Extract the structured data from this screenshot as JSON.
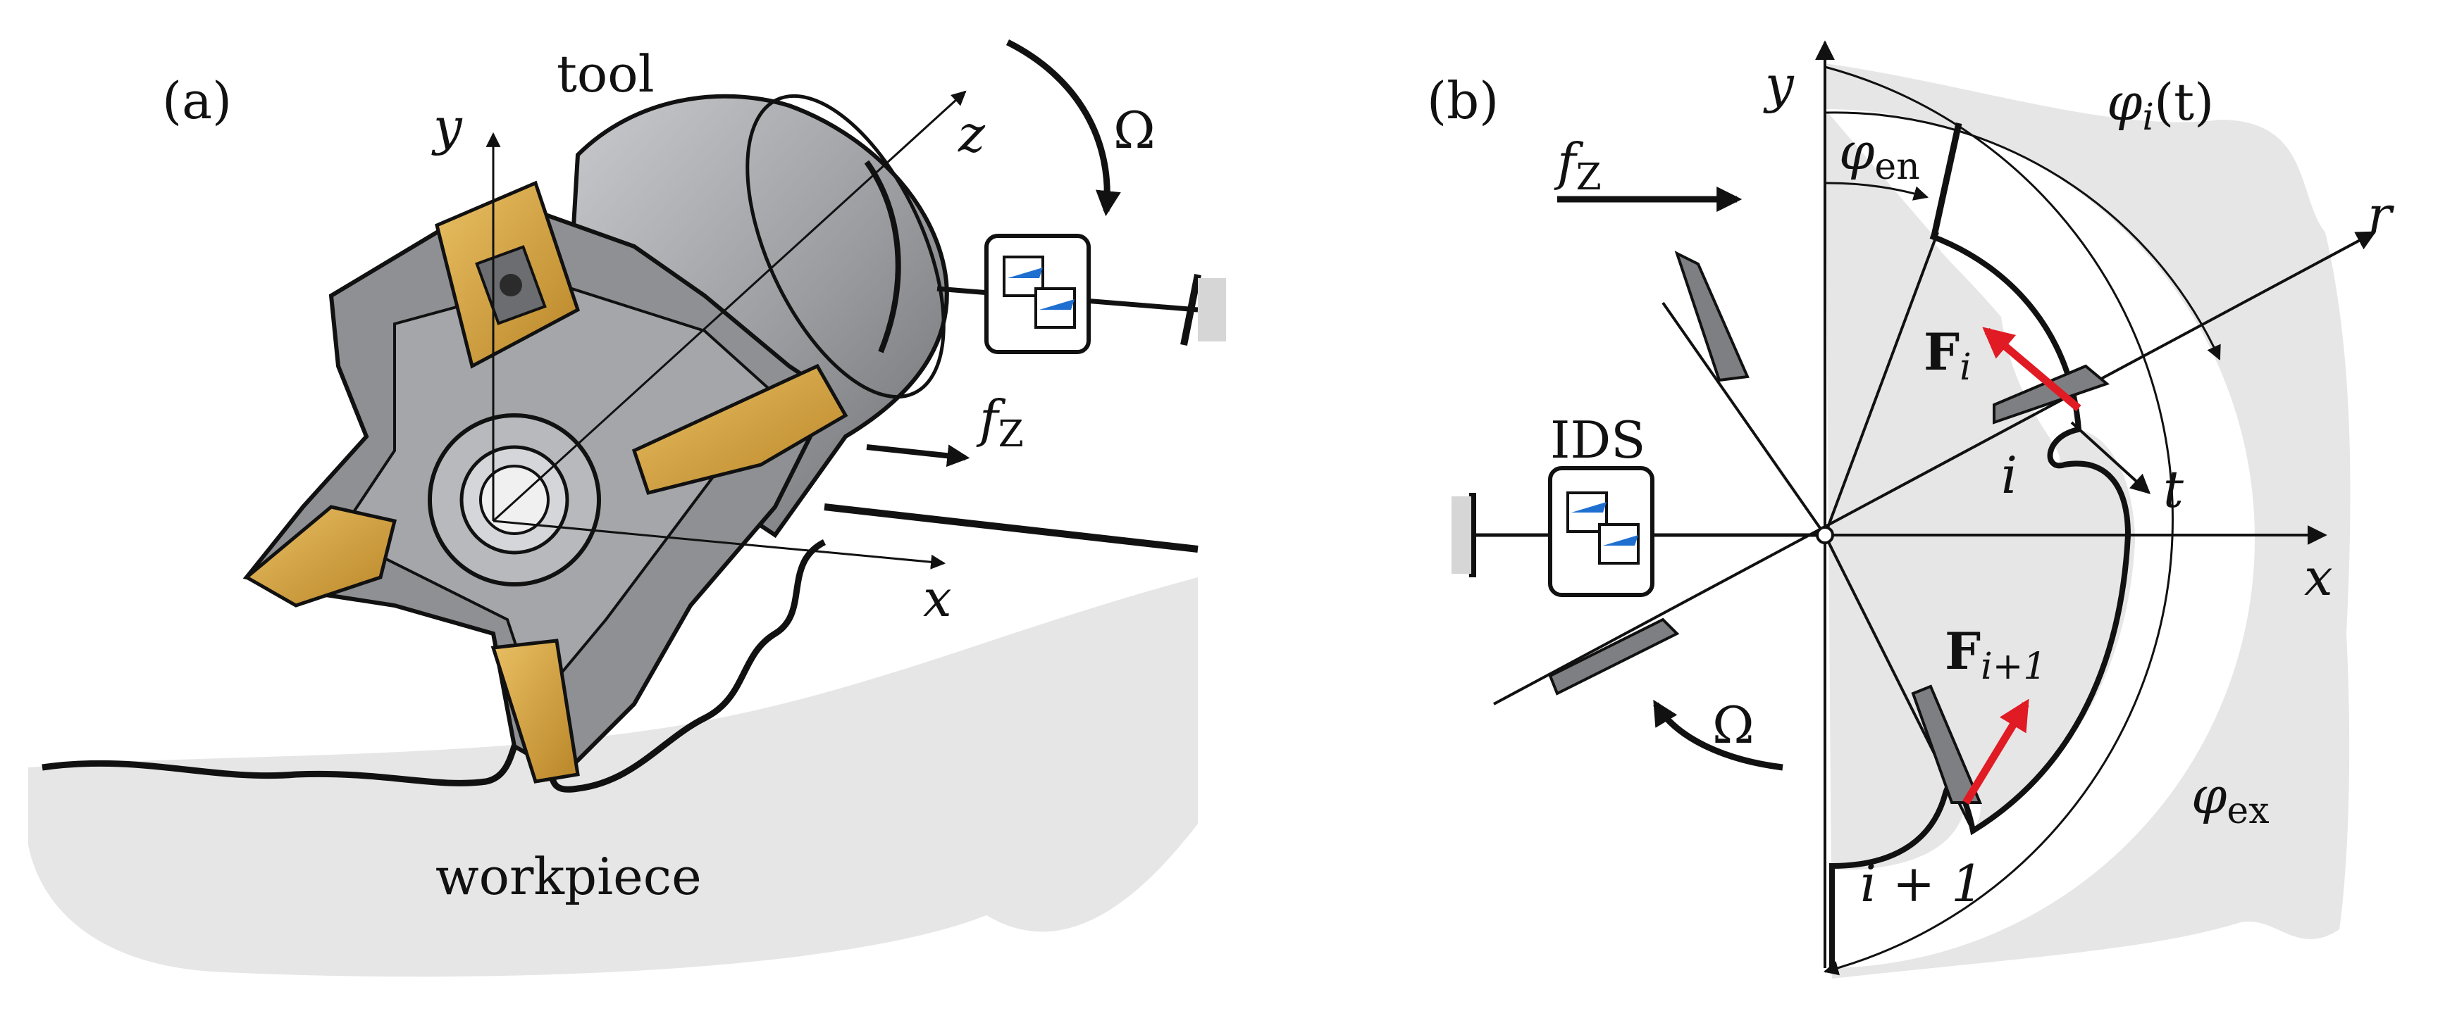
{
  "panel_a": {
    "label": "(a)",
    "tool_label": "tool",
    "workpiece_label": "workpiece",
    "axis_x": "x",
    "axis_y": "y",
    "axis_z": "z",
    "omega": "Ω",
    "feed_f": "f",
    "feed_sub": "Z"
  },
  "panel_b": {
    "label": "(b)",
    "axis_x": "x",
    "axis_y": "y",
    "axis_r": "r",
    "axis_t": "t",
    "feed_f": "f",
    "feed_sub": "Z",
    "ids_label": "IDS",
    "omega": "Ω",
    "phi": "φ",
    "phi_en_sub": "en",
    "phi_ex_sub": "ex",
    "phi_i_sub": "i",
    "phi_i_arg": "(t)",
    "force_F": "F",
    "force_i_sub": "i",
    "force_i1_sub": "i+1",
    "tooth_i": "i",
    "tooth_i1": "i + 1"
  },
  "colors": {
    "insert_gold": "#d9a441",
    "tool_gray": "#9a9ca0",
    "workpiece_gray": "#e6e6e6",
    "force_red": "#e01b24",
    "sensor_blue": "#1f6fd1"
  }
}
